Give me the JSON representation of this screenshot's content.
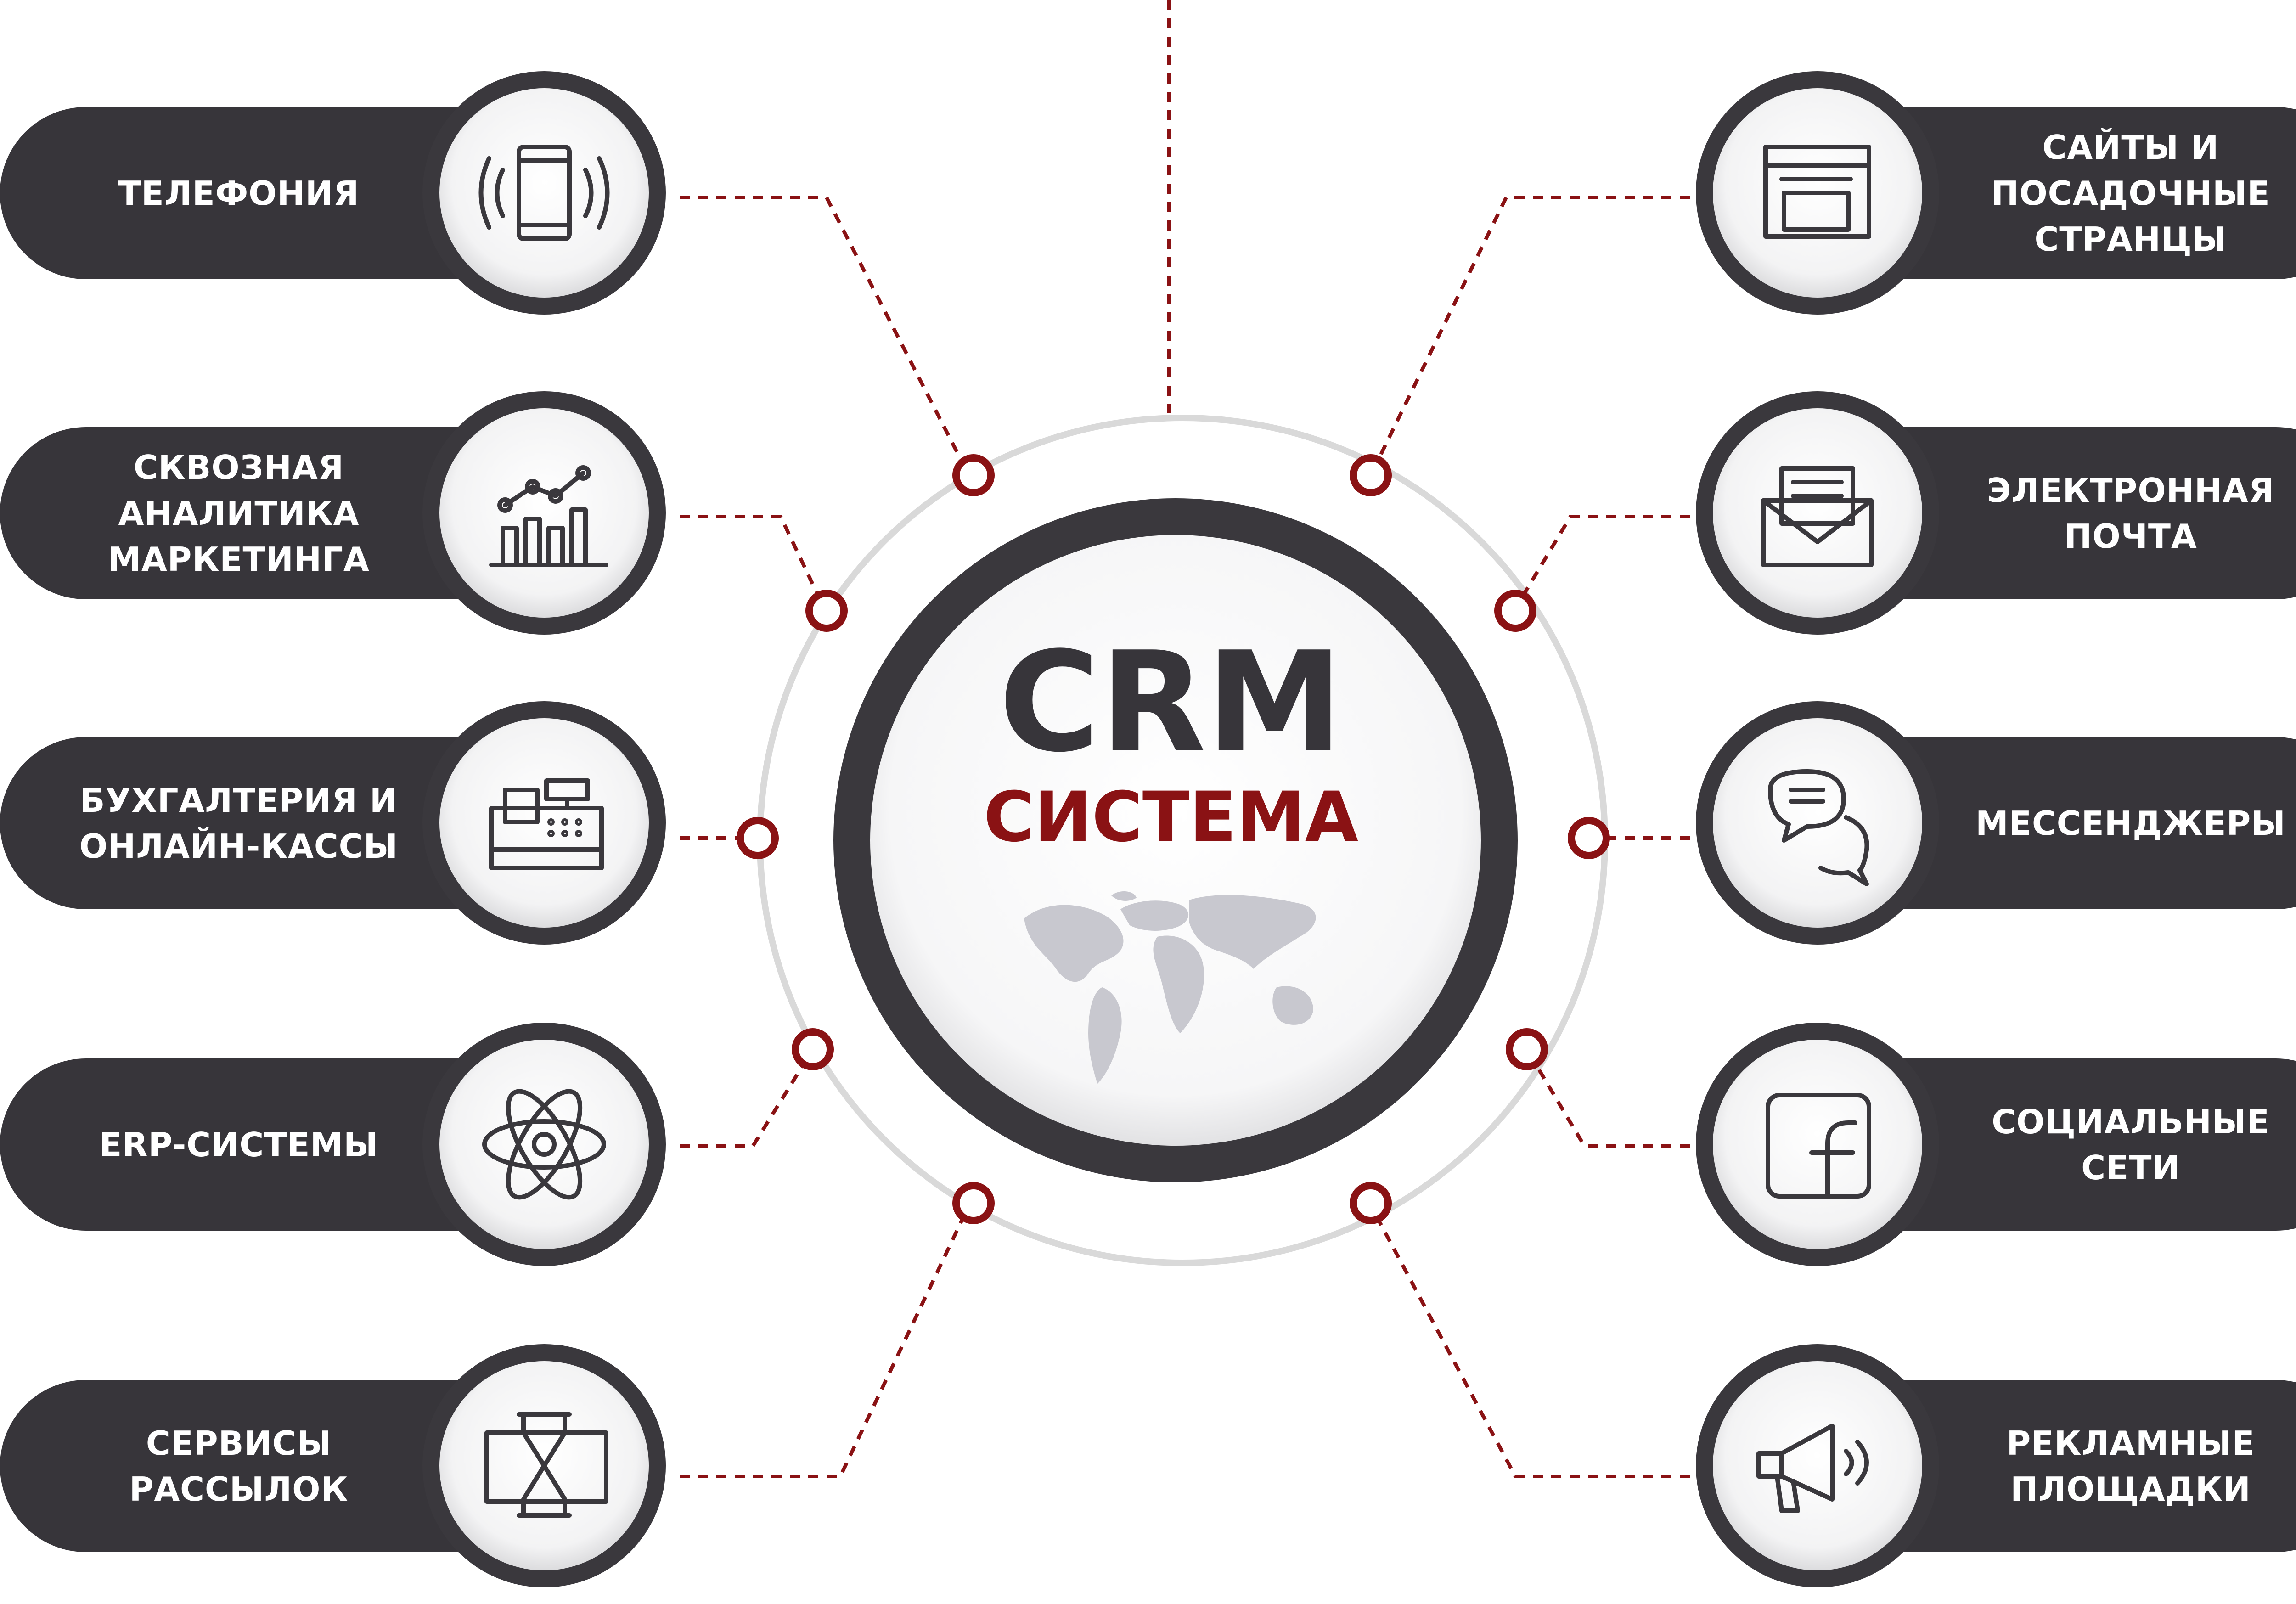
{
  "center": {
    "title": "CRM",
    "subtitle": "СИСТЕМА",
    "map_icon": "world-map-icon"
  },
  "colors": {
    "pill": "#37353a",
    "accent": "#8a1214",
    "ring": "#d9d9d9",
    "map": "#c8c8cf"
  },
  "left_items": [
    {
      "icon": "phone-vibration-icon",
      "lines": [
        "ТЕЛЕФОНИЯ"
      ]
    },
    {
      "icon": "analytics-chart-icon",
      "lines": [
        "СКВОЗНАЯ",
        "АНАЛИТИКА",
        "МАРКЕТИНГА"
      ]
    },
    {
      "icon": "cash-register-icon",
      "lines": [
        "БУХГАЛТЕРИЯ И",
        "ОНЛАЙН-КАССЫ"
      ]
    },
    {
      "icon": "atom-icon",
      "lines": [
        "ERP-СИСТЕМЫ"
      ]
    },
    {
      "icon": "hourglass-mail-icon",
      "lines": [
        "СЕРВИСЫ",
        "РАССЫЛОК"
      ]
    }
  ],
  "right_items": [
    {
      "icon": "ad-website-icon",
      "lines": [
        "САЙТЫ И",
        "ПОСАДОЧНЫЕ",
        "СТРАНЦЫ"
      ]
    },
    {
      "icon": "envelope-icon",
      "lines": [
        "ЭЛЕКТРОННАЯ",
        "ПОЧТА"
      ]
    },
    {
      "icon": "chat-bubbles-icon",
      "lines": [
        "МЕССЕНДЖЕРЫ"
      ]
    },
    {
      "icon": "facebook-icon",
      "lines": [
        "СОЦИАЛЬНЫЕ",
        "СЕТИ"
      ]
    },
    {
      "icon": "megaphone-icon",
      "lines": [
        "РЕКЛАМНЫЕ",
        "ПЛОЩАДКИ"
      ]
    }
  ]
}
